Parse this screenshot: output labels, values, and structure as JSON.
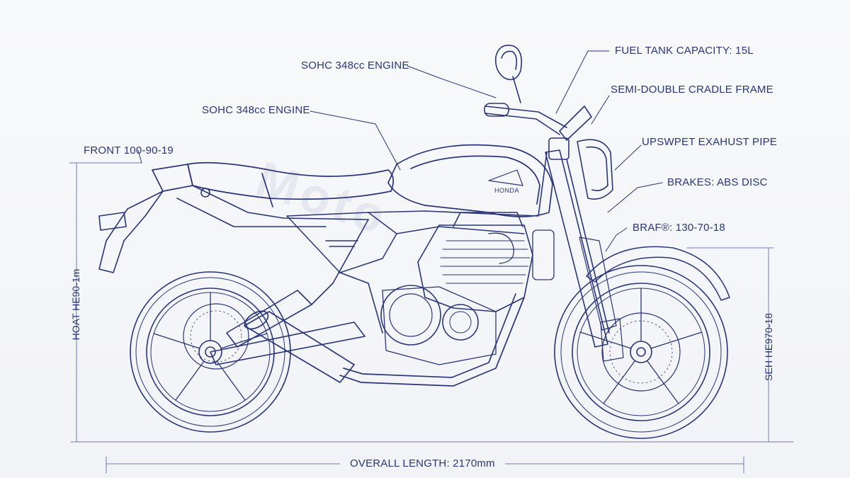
{
  "annotations": {
    "fuel_tank": "FUEL TANK CAPACITY: 15L",
    "engine_top": "SOHC 348cc ENGINE",
    "frame": "SEMI-DOUBLE CRADLE FRAME",
    "engine": "SOHC 348cc ENGINE",
    "exhaust": "UPSWPET EXAHUST PIPE",
    "front_tire": "FRONT 100-90-19",
    "brakes": "BRAKES: ABS DISC",
    "rear_tire": "BRAF®: 130-70-18",
    "left_height": "HOAT HE90-1m",
    "right_height": "SEH HE970-18",
    "overall_length": "OVERALL LENGTH: 2170mm"
  },
  "tank_logo": "HONDA",
  "watermark": "Moto",
  "colors": {
    "line": "#2a3578",
    "line_light": "#6f79b3",
    "background": "#f4f5f8"
  }
}
